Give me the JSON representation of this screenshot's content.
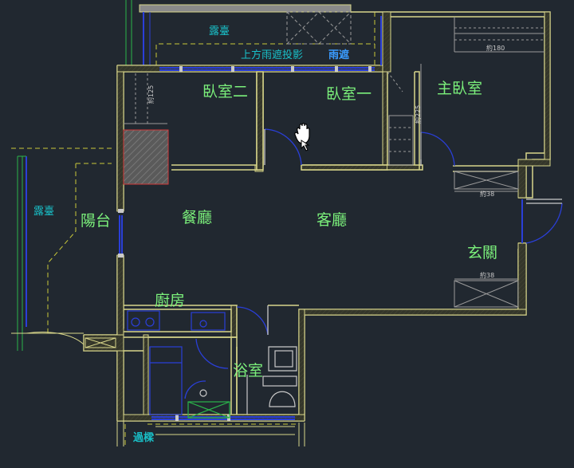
{
  "colors": {
    "background": "#212830",
    "wall": "#d8d68a",
    "wall_fill": "#33352a",
    "room_label": "#7bf07b",
    "label_cyan": "#19c0c8",
    "label_blue": "#3a9bff",
    "window": "#2a3fd8",
    "door_arc": "#2a3fd8",
    "dashed": "#c9c93a",
    "fixture": "#c9c9c9",
    "hatch_red": "#d23a3a",
    "green_line": "#2bb34a"
  },
  "rooms": {
    "bedroom2": "臥室二",
    "bedroom1": "臥室一",
    "master": "主臥室",
    "balcony": "陽台",
    "dining": "餐廳",
    "living": "客廳",
    "entrance": "玄關",
    "kitchen": "廚房",
    "bathroom": "浴室"
  },
  "labels": {
    "terrace_top": "露臺",
    "terrace_left": "露臺",
    "canopy_projection": "上方雨遮投影",
    "canopy": "雨遮",
    "beam": "過樑"
  },
  "dimensions": {
    "master_closet": "約180",
    "bedroom1_wardrobe": "約225",
    "bedroom2_wardrobe": "約125",
    "entrance_cabinet_top": "約38",
    "entrance_cabinet_bottom": "約38"
  },
  "cursor": {
    "icon": "grab-hand-icon"
  }
}
